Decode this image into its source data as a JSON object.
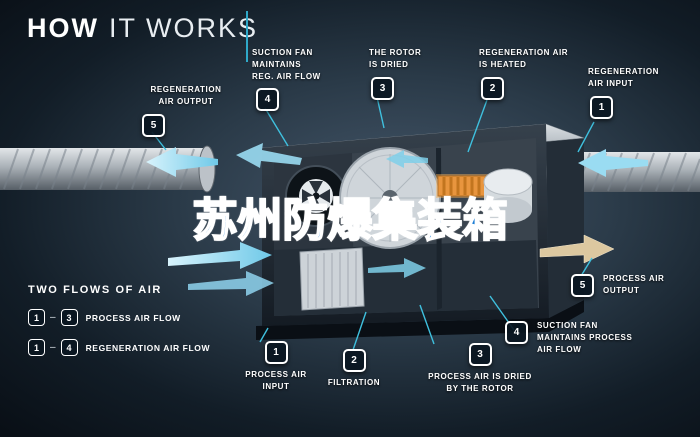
{
  "title": {
    "strong": "HOW",
    "light": "IT WORKS"
  },
  "watermark": {
    "text": "苏州防爆集装箱",
    "color": "#1b7cd4"
  },
  "callouts": {
    "top": [
      {
        "num": "5",
        "label": "REGENERATION\nAIR OUTPUT"
      },
      {
        "num": "4",
        "label": "SUCTION FAN\nMAINTAINS\nREG. AIR FLOW"
      },
      {
        "num": "3",
        "label": "THE ROTOR\nIS DRIED"
      },
      {
        "num": "2",
        "label": "REGENERATION AIR\nIS HEATED"
      },
      {
        "num": "1",
        "label": "REGENERATION\nAIR INPUT"
      }
    ],
    "bottom": [
      {
        "num": "1",
        "label": "PROCESS AIR\nINPUT"
      },
      {
        "num": "2",
        "label": "FILTRATION"
      },
      {
        "num": "3",
        "label": "PROCESS AIR IS DRIED\nBY THE ROTOR"
      },
      {
        "num": "4",
        "label": "SUCTION FAN\nMAINTAINS PROCESS\nAIR FLOW"
      },
      {
        "num": "5",
        "label": "PROCESS AIR\nOUTPUT"
      }
    ]
  },
  "legend": {
    "heading": "TWO FLOWS OF AIR",
    "rows": [
      {
        "from": "1",
        "separator": "–",
        "to": "3",
        "label": "PROCESS AIR FLOW"
      },
      {
        "from": "1",
        "separator": "–",
        "to": "4",
        "label": "REGENERATION AIR FLOW"
      }
    ]
  },
  "colors": {
    "accent_cyan": "#3fc0de",
    "heater_orange": "#e8953e",
    "process_output_arrow": "#dcc8a0",
    "background": "#121d27",
    "watermark_blue": "#1b7cd4"
  }
}
